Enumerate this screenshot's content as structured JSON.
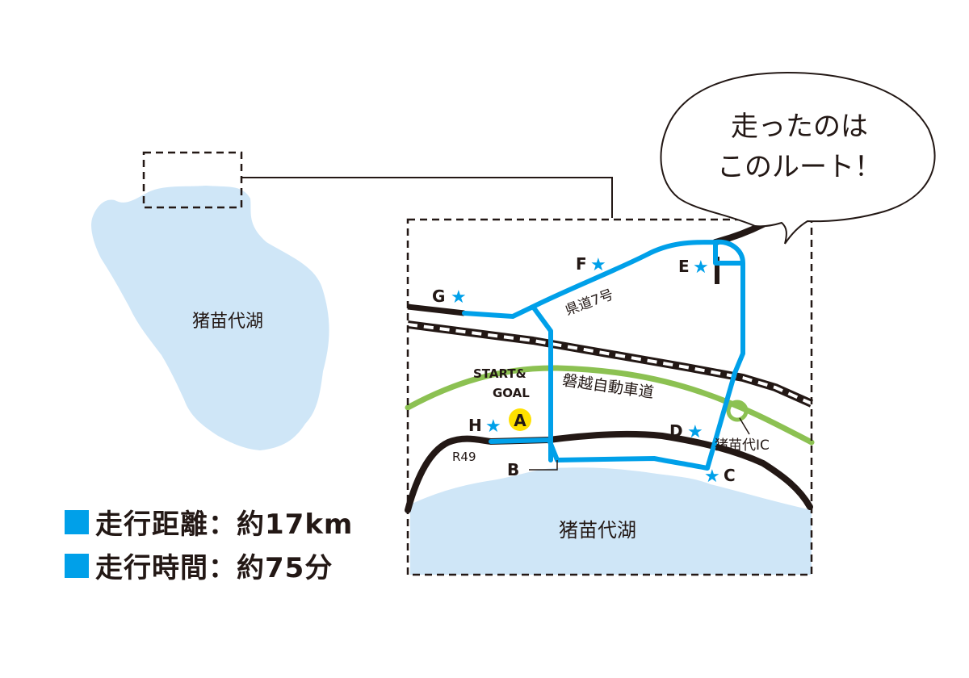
{
  "map": {
    "lake_label_overview": "猪苗代湖",
    "lake_label_detail": "猪苗代湖",
    "speech_bubble": {
      "line1": "走ったのは",
      "line2": "このルート！"
    },
    "road_labels": {
      "prefectural_road": "県道7号",
      "expressway": "磐越自動車道",
      "national_route": "R49",
      "interchange": "猪苗代IC"
    },
    "start_goal": {
      "line1": "START&",
      "line2": "GOAL",
      "marker": "A"
    },
    "points": {
      "b": "B",
      "c": "C",
      "d": "D",
      "e": "E",
      "f": "F",
      "g": "G",
      "h": "H"
    },
    "star_glyph": "★",
    "colors": {
      "route": "#00a0e9",
      "lake": "#cfe6f7",
      "expressway": "#8cc152",
      "road": "#231815",
      "start_marker": "#ffe100"
    }
  },
  "legend": {
    "distance": "走行距離：約17km",
    "time": "走行時間：約75分"
  }
}
